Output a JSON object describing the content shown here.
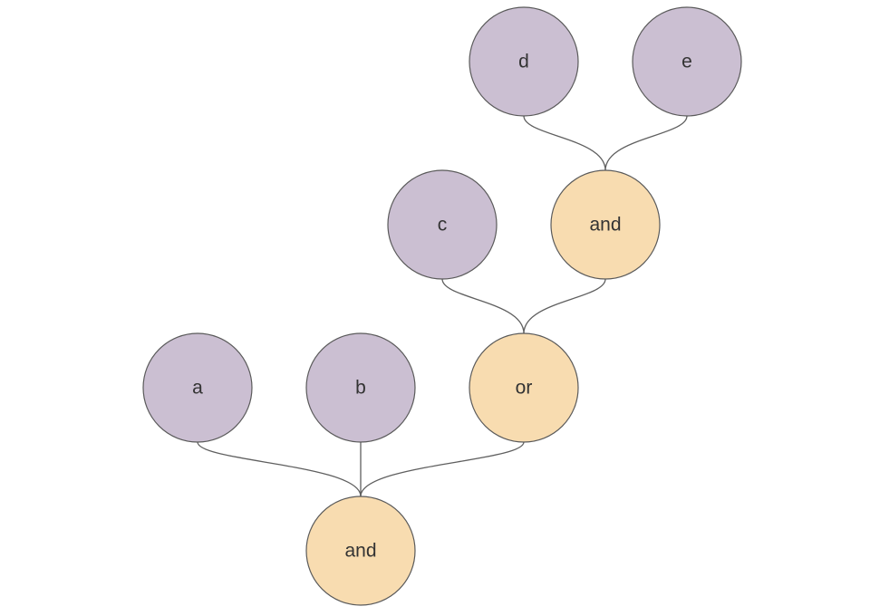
{
  "colors": {
    "variable_fill": "#cbbfd2",
    "operator_fill": "#f8dcb0",
    "stroke": "#5a5a5a",
    "text": "#333333",
    "edge": "#5f5f5f"
  },
  "nodes": [
    {
      "id": "d",
      "label": "d",
      "kind": "variable"
    },
    {
      "id": "e",
      "label": "e",
      "kind": "variable"
    },
    {
      "id": "c",
      "label": "c",
      "kind": "variable"
    },
    {
      "id": "and_de",
      "label": "and",
      "kind": "operator"
    },
    {
      "id": "a",
      "label": "a",
      "kind": "variable"
    },
    {
      "id": "b",
      "label": "b",
      "kind": "variable"
    },
    {
      "id": "or_c",
      "label": "or",
      "kind": "operator"
    },
    {
      "id": "and_root",
      "label": "and",
      "kind": "operator"
    }
  ],
  "edges": [
    {
      "from": "d",
      "to": "and_de"
    },
    {
      "from": "e",
      "to": "and_de"
    },
    {
      "from": "c",
      "to": "or_c"
    },
    {
      "from": "and_de",
      "to": "or_c"
    },
    {
      "from": "a",
      "to": "and_root"
    },
    {
      "from": "b",
      "to": "and_root"
    },
    {
      "from": "or_c",
      "to": "and_root"
    }
  ]
}
